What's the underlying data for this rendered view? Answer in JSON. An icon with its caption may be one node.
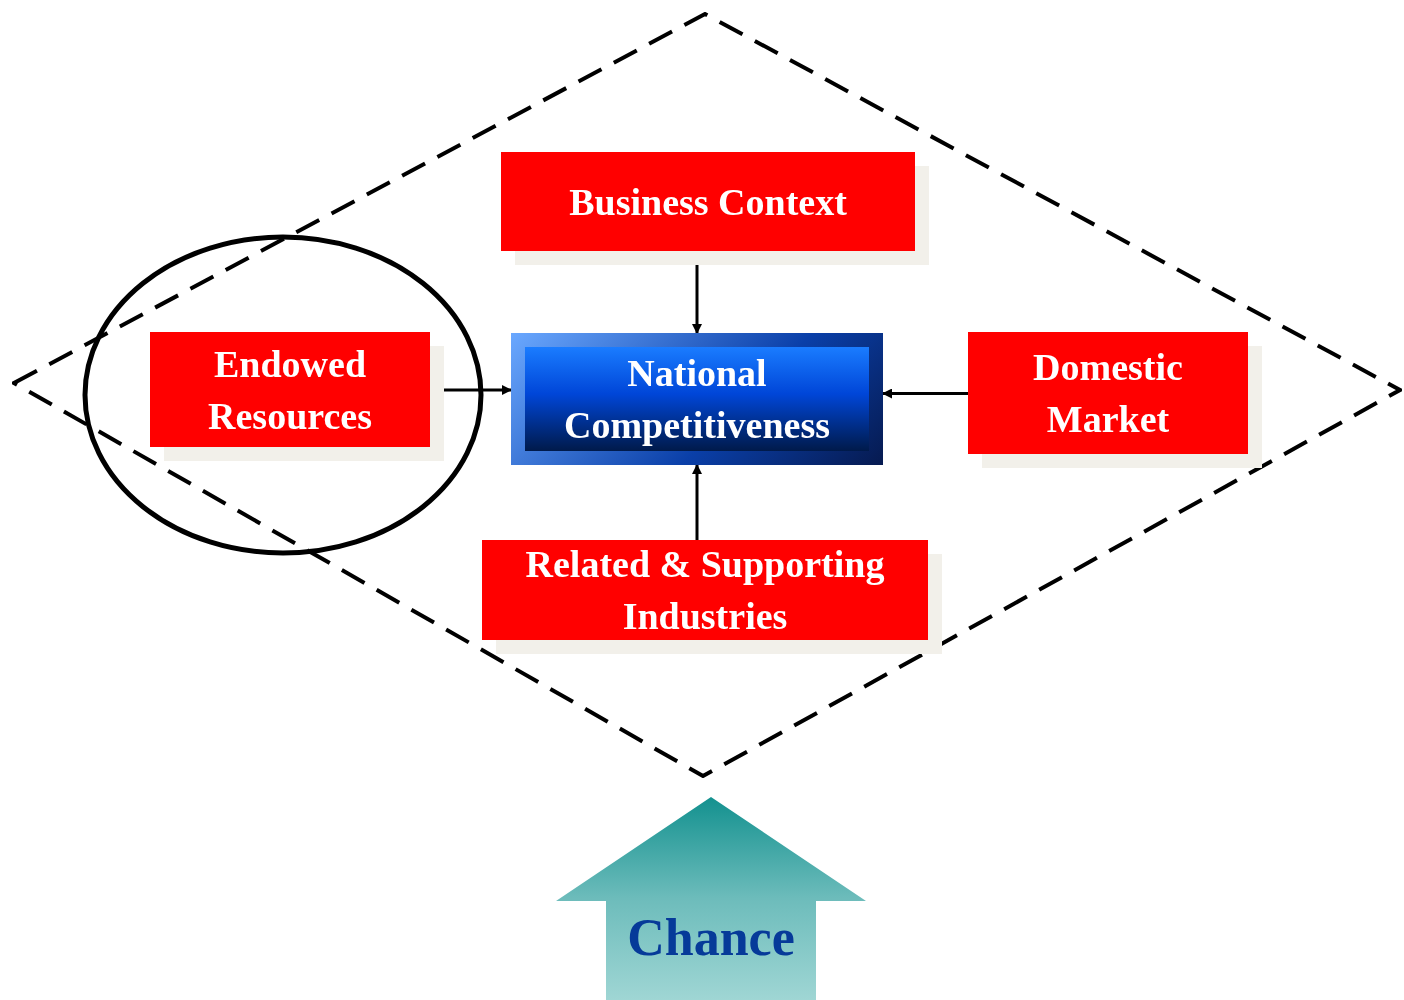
{
  "diagram": {
    "nodes": [
      {
        "text": [],
        "shape": "diamond"
      },
      {
        "text": [],
        "shape": "circle",
        "in": 0
      },
      {
        "text": [
          "Business Context"
        ],
        "in": 0
      },
      {
        "text": [
          "Endowed Resources"
        ],
        "in": 1
      },
      {
        "text": [
          "National Competitiveness"
        ],
        "in": 0
      },
      {
        "text": [
          "Domestic Market"
        ],
        "in": 0
      },
      {
        "text": [
          "Related & Supporting Industries"
        ],
        "in": 0
      },
      {
        "text": [
          "Chance"
        ]
      }
    ],
    "edges": [
      {
        "from": 2,
        "to": 4,
        "arrow": "to"
      },
      {
        "from": 3,
        "to": 4,
        "arrow": "to"
      },
      {
        "from": 5,
        "to": 4,
        "arrow": "to"
      },
      {
        "from": 6,
        "to": 4,
        "arrow": "to"
      }
    ]
  }
}
